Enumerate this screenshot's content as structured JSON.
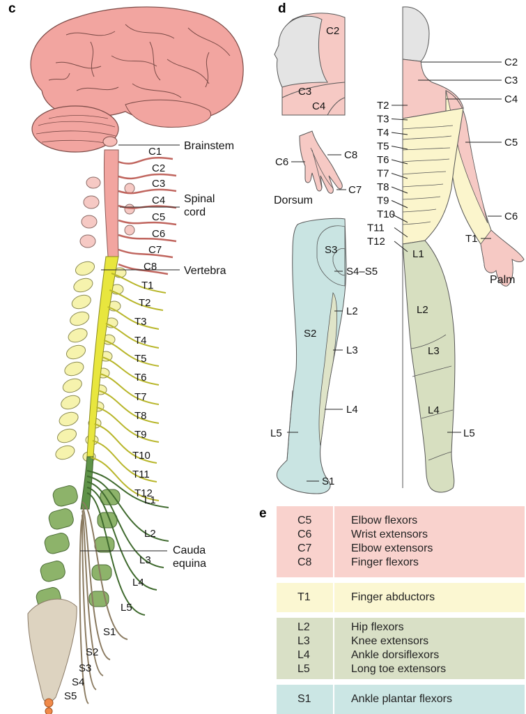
{
  "panels": {
    "c": "c",
    "d": "d",
    "e": "e"
  },
  "spine_labels": {
    "brainstem": "Brainstem",
    "spinal_cord": [
      "Spinal",
      "cord"
    ],
    "vertebra": "Vertebra",
    "cauda_equina": [
      "Cauda",
      "equina"
    ],
    "nerves": [
      "C1",
      "C2",
      "C3",
      "C4",
      "C5",
      "C6",
      "C7",
      "C8",
      "T1",
      "T2",
      "T3",
      "T4",
      "T5",
      "T6",
      "T7",
      "T8",
      "T9",
      "T10",
      "T11",
      "T12",
      "L1",
      "L2",
      "L3",
      "L4",
      "L5",
      "S1",
      "S2",
      "S3",
      "S4",
      "S5"
    ]
  },
  "dermatome_labels": {
    "head": [
      "C2",
      "C3",
      "C4"
    ],
    "hand": [
      "C6",
      "C8",
      "C7"
    ],
    "dorsum": "Dorsum",
    "body_right": [
      "C2",
      "C3",
      "C4",
      "C5",
      "C6",
      "T1"
    ],
    "body_left": [
      "T2",
      "T3",
      "T4",
      "T5",
      "T6",
      "T7",
      "T8",
      "T9",
      "T10",
      "T11",
      "T12"
    ],
    "body_inside": [
      "L1",
      "L2",
      "L3",
      "L4"
    ],
    "body_leg": "L5",
    "palm": "Palm",
    "leg_back": [
      "S3",
      "S4–S5",
      "L2",
      "S2",
      "L3",
      "L4",
      "L5",
      "S1"
    ]
  },
  "colors": {
    "cervical": "#f6c9c4",
    "thoracic": "#fbf5cc",
    "lumbar": "#d7dfc0",
    "sacral": "#c9e4e2",
    "brain": "#f2a5a0",
    "cord_yellow": "#e8e63e",
    "cord_green": "#5f9348",
    "vert_yellow": "#f6f3ad",
    "vert_green": "#8db36a",
    "vert_bone": "#ddd3c0"
  },
  "table": [
    {
      "levels": [
        "C5",
        "C6",
        "C7",
        "C8"
      ],
      "muscles": [
        "Elbow flexors",
        "Wrist extensors",
        "Elbow extensors",
        "Finger flexors"
      ],
      "color": "#f9d2cd"
    },
    {
      "levels": [
        "T1"
      ],
      "muscles": [
        "Finger abductors"
      ],
      "color": "#fbf7d2"
    },
    {
      "levels": [
        "L2",
        "L3",
        "L4",
        "L5"
      ],
      "muscles": [
        "Hip flexors",
        "Knee extensors",
        "Ankle dorsiflexors",
        "Long toe extensors"
      ],
      "color": "#d9e0c6"
    },
    {
      "levels": [
        "S1"
      ],
      "muscles": [
        "Ankle plantar flexors"
      ],
      "color": "#cbe6e4"
    }
  ]
}
